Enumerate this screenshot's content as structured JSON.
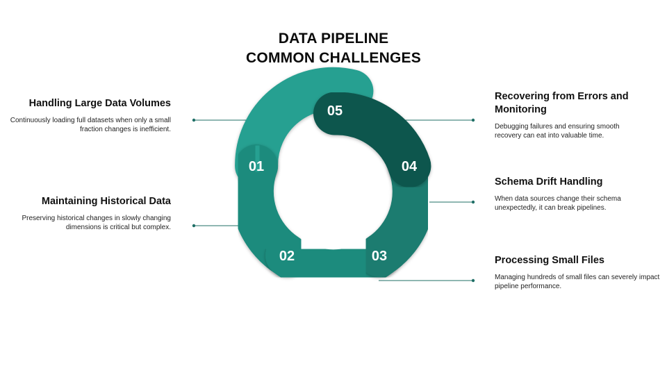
{
  "title": {
    "line1": "DATA PIPELINE",
    "line2": "COMMON CHALLENGES"
  },
  "colors": {
    "segment_light": "#28a091",
    "segment_mid": "#1f8b7d",
    "segment_dark": "#11574e",
    "connector": "#1f6f66",
    "label": "#ffffff"
  },
  "segments": [
    {
      "number": "01",
      "title": "Handling Large Data Volumes",
      "description": "Continuously loading full datasets when only a small fraction changes is inefficient."
    },
    {
      "number": "02",
      "title": "Maintaining Historical Data",
      "description": "Preserving historical changes in slowly changing dimensions is critical but complex."
    },
    {
      "number": "03",
      "title": "Processing Small Files",
      "description": "Managing hundreds of small files can severely impact pipeline performance."
    },
    {
      "number": "04",
      "title": "Schema Drift Handling",
      "description": "When data sources change their schema unexpectedly, it can break pipelines."
    },
    {
      "number": "05",
      "title": "Recovering from Errors and Monitoring",
      "description": "Debugging failures and ensuring smooth recovery can eat into valuable time."
    }
  ]
}
